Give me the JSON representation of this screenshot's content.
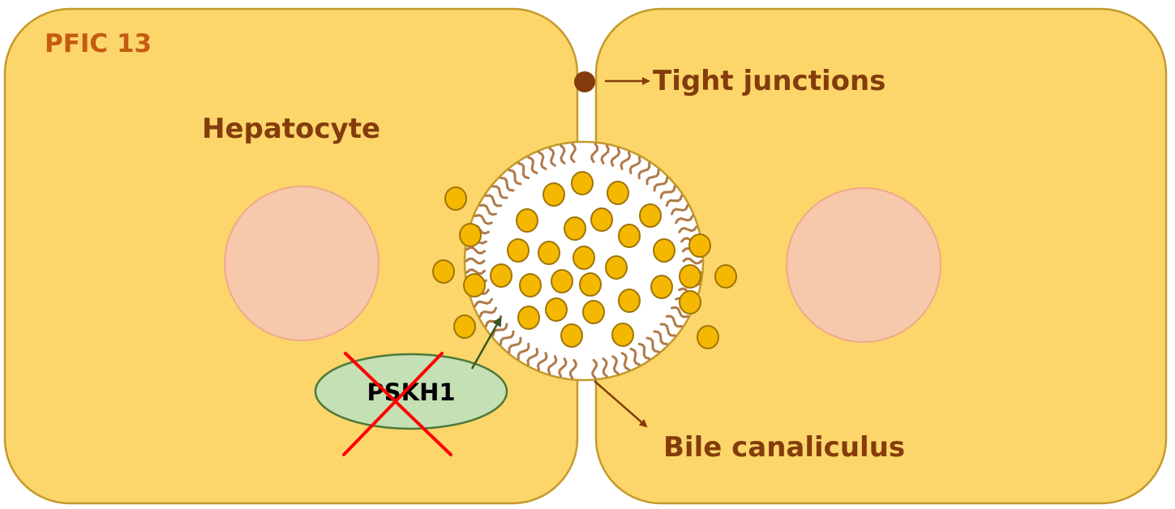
{
  "labels": {
    "pfic": "PFIC 13",
    "hepatocyte": "Hepatocyte",
    "tight_junctions": "Tight junctions",
    "bile_canaliculus": "Bile canaliculus",
    "protein": "PSKH1"
  },
  "colors": {
    "cell_fill": "#fcd66a",
    "cell_border": "#c49a2a",
    "nucleus_fill": "#f6c9ad",
    "nucleus_border": "#f0a98a",
    "vesicle_fill": "#f5b800",
    "vesicle_border": "#a0750a",
    "microvilli": "#b07a4a",
    "dark_brown": "#843c0c",
    "pfic_text": "#c55a11",
    "protein_fill": "#c5e0b4",
    "protein_border": "#4e7a3a",
    "activation_arrow": "#385723",
    "knockout_cross": "#ff0000"
  },
  "status": {
    "protein_knocked_out": true
  }
}
